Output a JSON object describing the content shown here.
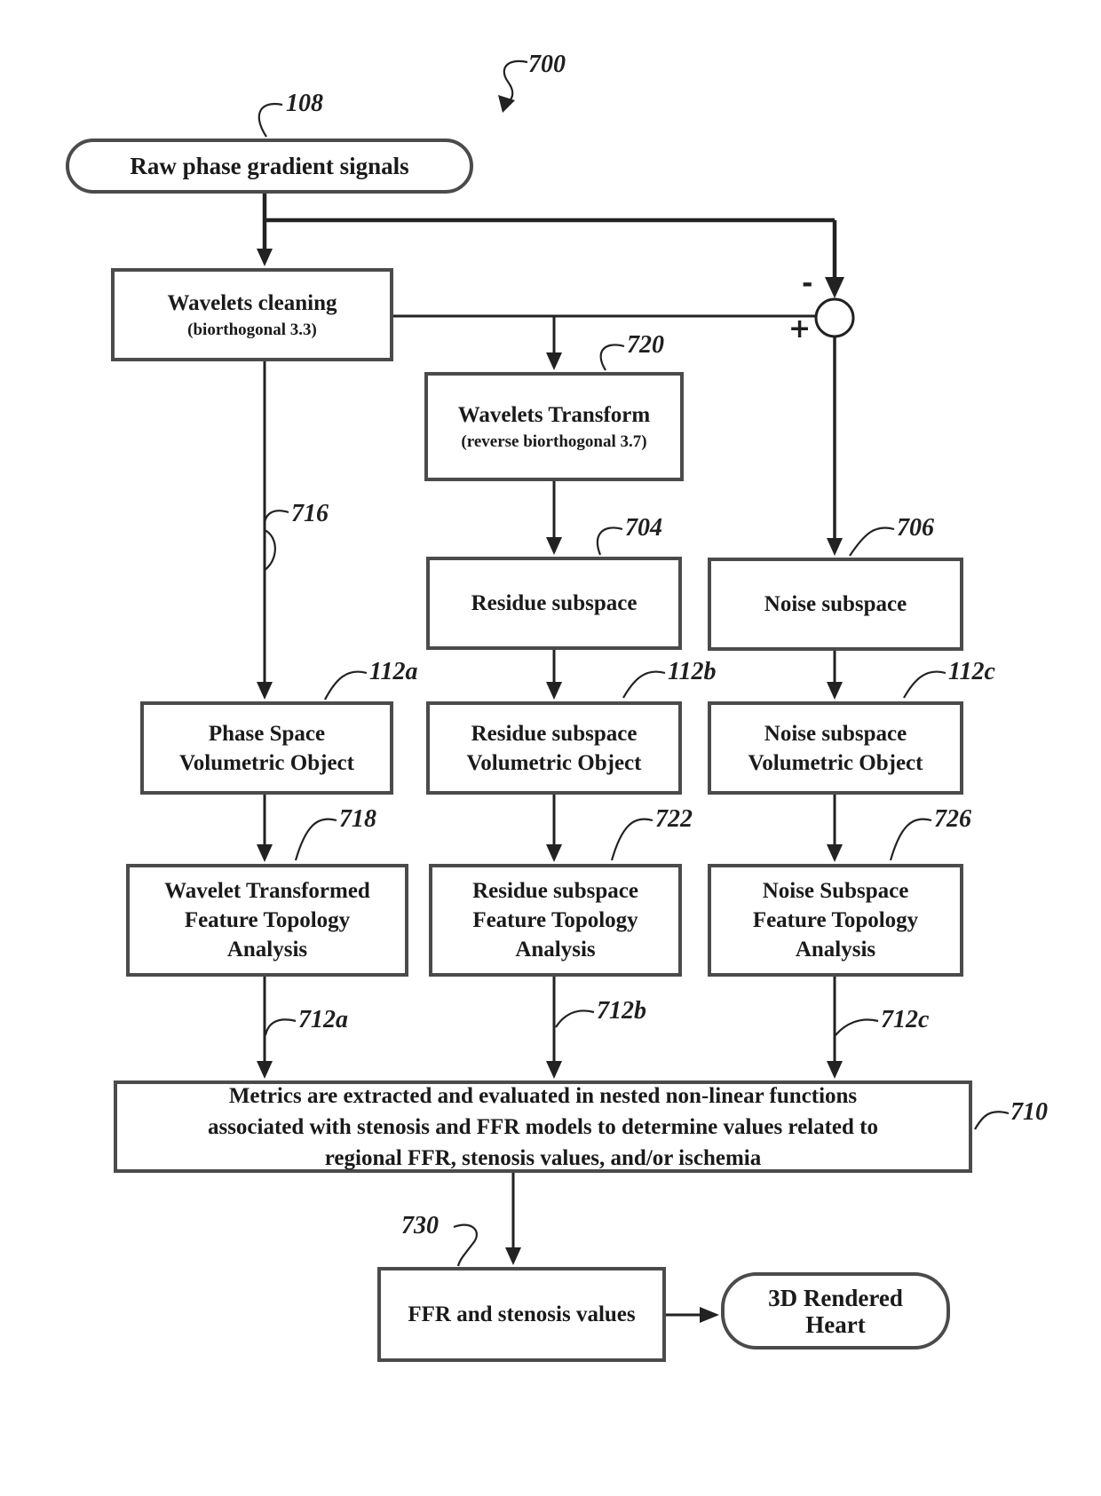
{
  "figure_ref": "700",
  "summing_junction": {
    "minus": "-",
    "plus": "+"
  },
  "edge_refs": {
    "cleaning_to_phase": "716",
    "wavelet_to_metrics": "712a",
    "residue_to_metrics": "712b",
    "noise_to_metrics": "712c"
  },
  "nodes": {
    "raw_signals": {
      "ref": "108",
      "title": "Raw phase gradient signals"
    },
    "wavelets_cleaning": {
      "title": "Wavelets cleaning",
      "subtitle": "(biorthogonal 3.3)"
    },
    "wavelets_transform": {
      "ref": "720",
      "title": "Wavelets Transform",
      "subtitle": "(reverse biorthogonal 3.7)"
    },
    "residue_subspace": {
      "ref": "704",
      "title": "Residue subspace"
    },
    "noise_subspace": {
      "ref": "706",
      "title": "Noise subspace"
    },
    "phase_space_volumetric": {
      "ref": "112a",
      "line1": "Phase Space",
      "line2": "Volumetric Object"
    },
    "residue_volumetric": {
      "ref": "112b",
      "line1": "Residue subspace",
      "line2": "Volumetric Object"
    },
    "noise_volumetric": {
      "ref": "112c",
      "line1": "Noise subspace",
      "line2": "Volumetric Object"
    },
    "wavelet_topology": {
      "ref": "718",
      "line1": "Wavelet Transformed",
      "line2": "Feature Topology",
      "line3": "Analysis"
    },
    "residue_topology": {
      "ref": "722",
      "line1": "Residue subspace",
      "line2": "Feature Topology",
      "line3": "Analysis"
    },
    "noise_topology": {
      "ref": "726",
      "line1": "Noise Subspace",
      "line2": "Feature Topology",
      "line3": "Analysis"
    },
    "metrics": {
      "ref": "710",
      "line1": "Metrics are extracted and evaluated in nested non-linear functions",
      "line2": "associated with stenosis and FFR models to determine values related to",
      "line3": "regional FFR, stenosis values, and/or ischemia"
    },
    "ffr_stenosis": {
      "ref": "730",
      "title": "FFR and stenosis values"
    },
    "rendered_heart": {
      "line1": "3D Rendered",
      "line2": "Heart"
    }
  }
}
